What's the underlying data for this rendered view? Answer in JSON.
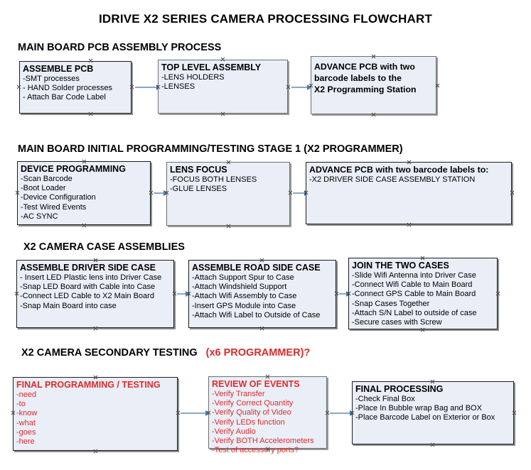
{
  "document": {
    "title": "IDRIVE X2  SERIES CAMERA PROCESSING FLOWCHART"
  },
  "sections": [
    {
      "heading": "MAIN BOARD PCB ASSEMBLY PROCESS",
      "heading_suffix": "",
      "boxes": [
        {
          "title": "ASSEMBLE PCB",
          "items": [
            "-SMT processes",
            "- HAND Solder processes",
            "- Attach Bar Code Label"
          ]
        },
        {
          "title": "TOP LEVEL ASSEMBLY",
          "items": [
            "-LENS HOLDERS",
            "-LENSES"
          ]
        },
        {
          "title": "",
          "lines": [
            "ADVANCE PCB with two",
            "barcode labels to the",
            " X2 Programming Station"
          ]
        }
      ]
    },
    {
      "heading": "MAIN BOARD INITIAL PROGRAMMING/TESTING STAGE 1 (X2 PROGRAMMER)",
      "heading_suffix": "",
      "boxes": [
        {
          "title": "DEVICE PROGRAMMING",
          "items": [
            "-Scan Barcode",
            "-Boot Loader",
            "-Device Configuration",
            "-Test Wired Events",
            "-AC SYNC"
          ]
        },
        {
          "title": "LENS FOCUS",
          "items": [
            "-FOCUS BOTH LENSES",
            "-GLUE LENSES"
          ]
        },
        {
          "title": "ADVANCE PCB with two barcode labels to:",
          "items": [
            "-X2 DRIVER  SIDE  CASE  ASSEMBLY STATION"
          ]
        }
      ]
    },
    {
      "heading": "X2 CAMERA CASE ASSEMBLIES",
      "heading_suffix": "",
      "boxes": [
        {
          "title": "ASSEMBLE DRIVER SIDE CASE",
          "items": [
            "- Insert LED Plastic lens into Driver Case",
            "-Snap LED Board with Cable into Case",
            "-Connect LED Cable to X2 Main Board",
            "-Snap Main Board into case"
          ]
        },
        {
          "title": "ASSEMBLE ROAD SIDE CASE",
          "items": [
            "-Attach Support Spur to Case",
            "-Attach Windshield Support",
            "-Attach Wifi Assembly to Case",
            "-Insert GPS Module into Case",
            "-Attach Wifi Label to Outside of Case"
          ]
        },
        {
          "title": "JOIN THE TWO CASES",
          "items": [
            "-Slide Wifi Antenna into Driver Case",
            "-Connect Wifi Cable to Main Board",
            "-Connect GPS Cable to Main Board",
            "-Snap Cases Together",
            "-Attach S/N Label to outside of case",
            "-Secure cases with Screw"
          ]
        }
      ]
    },
    {
      "heading": "X2 CAMERA SECONDARY TESTING",
      "heading_suffix": "(x6 PROGRAMMER)?",
      "boxes": [
        {
          "title": "FINAL PROGRAMMING / TESTING",
          "items": [
            "-need",
            "-to",
            "-know",
            "-what",
            "-goes",
            "-here"
          ]
        },
        {
          "title": "REVIEW OF EVENTS",
          "items": [
            "-Verify Transfer",
            "-Verify Correct Quantity",
            "-Verify Quality of Video",
            "-Verify LEDs function",
            "-Verify Audio",
            "-Verify BOTH Accelerometers",
            "-Test of accessory ports?"
          ]
        },
        {
          "title": "FINAL PROCESSING",
          "items": [
            " -Check Final Box",
            "-Place In Bubble wrap Bag and BOX",
            "-Place Barcode Label on Exterior or Box"
          ]
        }
      ]
    }
  ],
  "colors": {
    "box_fill": "#e9eef7",
    "box_border": "#1d1d1d",
    "connector": "#8ca7c4",
    "arrow": "#4a7ebb",
    "accent_red": "#e02b2b",
    "text": "#000000"
  }
}
